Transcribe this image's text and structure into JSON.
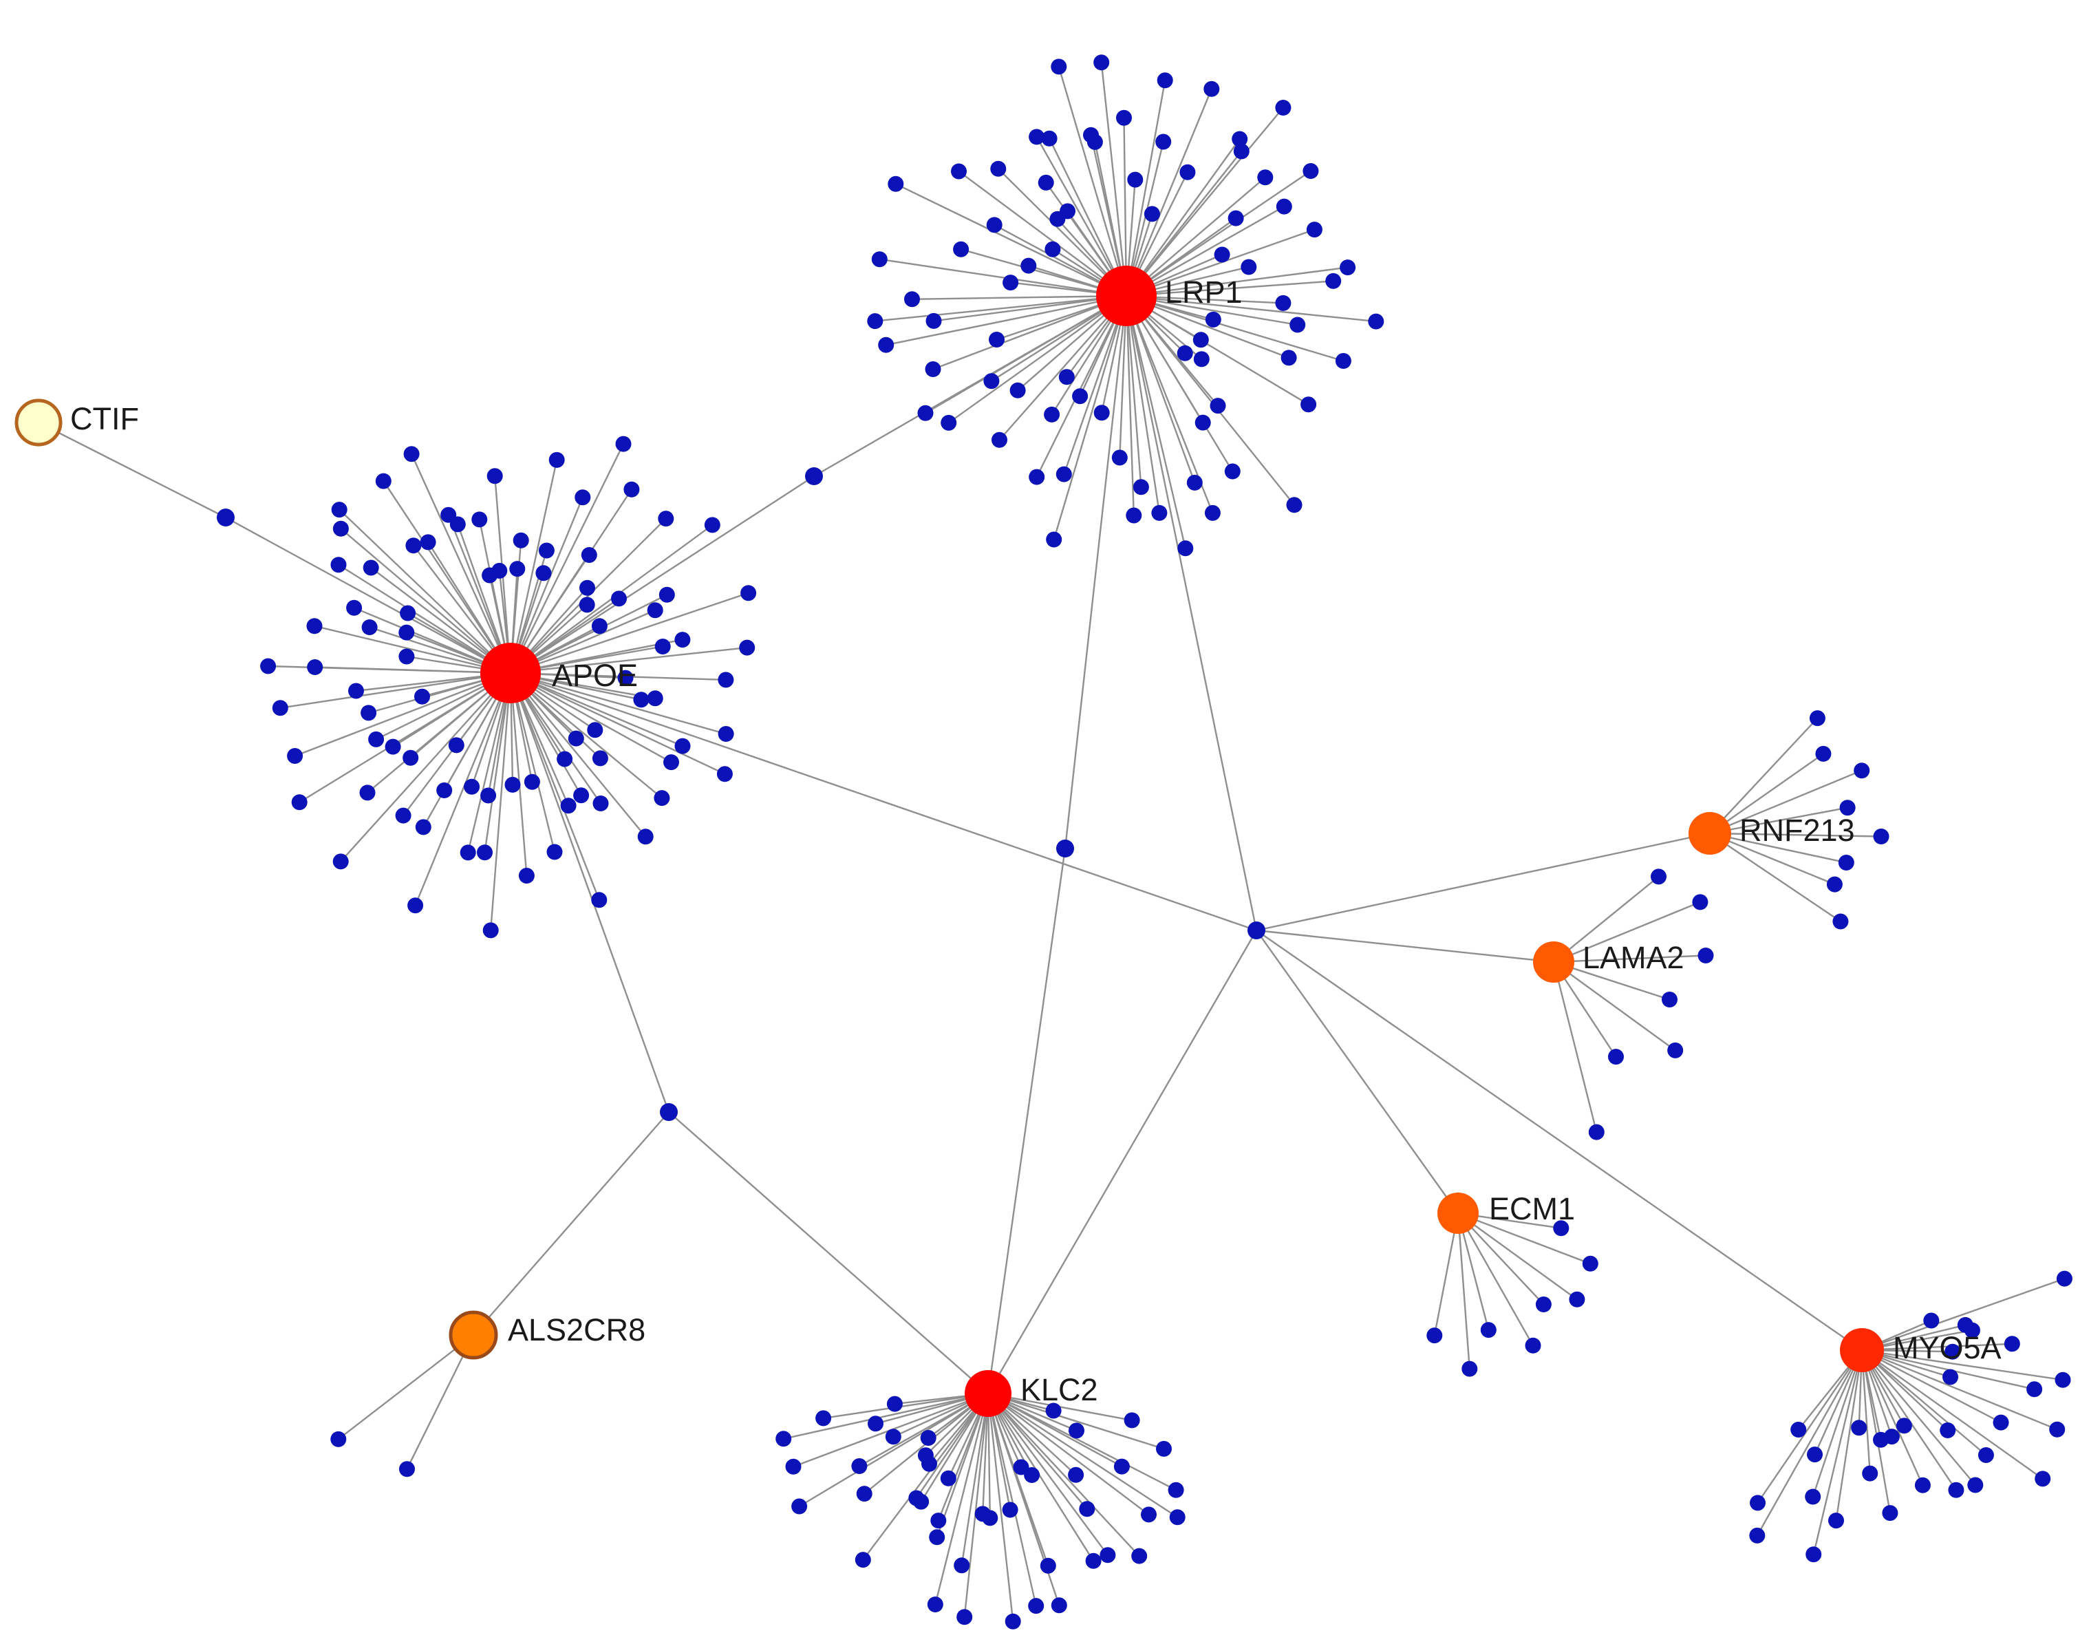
{
  "graph": {
    "colors": {
      "hub_high": "#ff0000",
      "hub_mid": "#ff5a00",
      "hub_low": "#ff7f00",
      "seed_gene": "#ffffcc",
      "seed_outline": "#b5651d",
      "interactor": "#0a12b8",
      "edge": "#8f8f8f"
    },
    "hubs": [
      {
        "id": "APOE",
        "label": "APOE",
        "color": "#ff0000",
        "neighbors": 86
      },
      {
        "id": "LRP1",
        "label": "LRP1",
        "color": "#ff0000",
        "neighbors": 76
      },
      {
        "id": "KLC2",
        "label": "KLC2",
        "color": "#ff0000",
        "neighbors": 43
      },
      {
        "id": "MYO5A",
        "label": "MYO5A",
        "color": "#ff2800",
        "neighbors": 30
      },
      {
        "id": "RNF213",
        "label": "RNF213",
        "color": "#ff5a00",
        "neighbors": 8
      },
      {
        "id": "LAMA2",
        "label": "LAMA2",
        "color": "#ff5a00",
        "neighbors": 7
      },
      {
        "id": "ECM1",
        "label": "ECM1",
        "color": "#ff5a00",
        "neighbors": 8
      },
      {
        "id": "ALS2CR8",
        "label": "ALS2CR8",
        "color": "#ff7f00",
        "neighbors": 2
      },
      {
        "id": "CTIF",
        "label": "CTIF",
        "color": "#ffffcc",
        "neighbors": 1
      }
    ],
    "bridges": [
      {
        "id": "b_ctif_apoe",
        "links": [
          "CTIF",
          "APOE"
        ]
      },
      {
        "id": "b_apoe_lrp1",
        "links": [
          "APOE",
          "LRP1"
        ]
      },
      {
        "id": "b_lrp1_klc2",
        "links": [
          "LRP1",
          "KLC2"
        ]
      },
      {
        "id": "b_apoe_klc2_als",
        "links": [
          "APOE",
          "KLC2",
          "ALS2CR8"
        ]
      },
      {
        "id": "b_center",
        "links": [
          "APOE",
          "LRP1",
          "KLC2",
          "RNF213",
          "LAMA2",
          "ECM1",
          "MYO5A"
        ]
      }
    ]
  }
}
